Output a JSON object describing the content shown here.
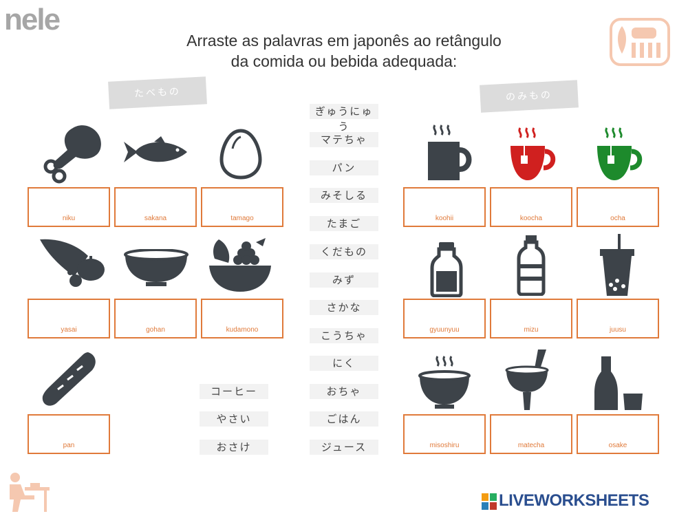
{
  "brand": {
    "nele": "nele",
    "liveworksheets": "LIVEWORKSHEETS"
  },
  "instructions": {
    "line1": "Arraste as palavras em japonês ao retângulo",
    "line2": "da comida ou bebida adequada:"
  },
  "categories": {
    "food": "たべもの",
    "drink": "のみもの"
  },
  "word_bank_center": [
    "ぎゅうにゅう",
    "マテちゃ",
    "パン",
    "みそしる",
    "たまご",
    "くだもの",
    "みず",
    "さかな",
    "こうちゃ",
    "にく",
    "おちゃ",
    "ごはん",
    "ジュース"
  ],
  "word_bank_left": [
    "コーヒー",
    "やさい",
    "おさけ"
  ],
  "food_boxes": [
    "niku",
    "sakana",
    "tamago",
    "yasai",
    "gohan",
    "kudamono",
    "pan"
  ],
  "drink_boxes": [
    "koohii",
    "koocha",
    "ocha",
    "gyuunyuu",
    "mizu",
    "juusu",
    "misoshiru",
    "matecha",
    "osake"
  ],
  "colors": {
    "accent": "#e07a3a",
    "icon": "#3d4349",
    "red": "#d0201f",
    "green": "#1d8a2c",
    "label_bg": "#dcdcdc"
  },
  "icons": [
    "drumstick-icon",
    "fish-icon",
    "egg-icon",
    "cornucopia-icon",
    "bowl-icon",
    "fruit-bowl-icon",
    "baguette-icon",
    "coffee-mug-icon",
    "tea-cup-icon",
    "green-tea-cup-icon",
    "milk-bottle-icon",
    "water-bottle-icon",
    "bubble-tea-icon",
    "soup-bowl-icon",
    "mate-cup-icon",
    "sake-bottle-icon",
    "food-menu-icon",
    "student-desk-icon"
  ]
}
